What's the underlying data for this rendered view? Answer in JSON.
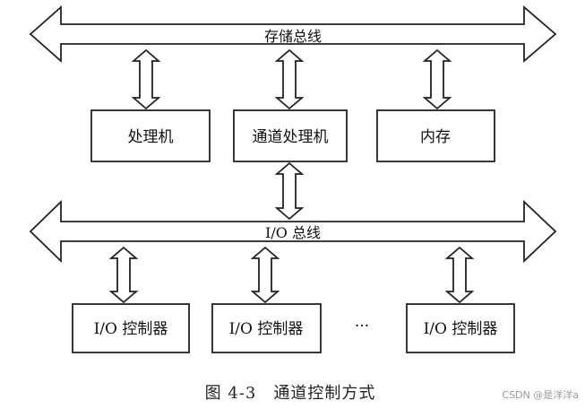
{
  "buses": {
    "storage": "存储总线",
    "io": "I/O 总线"
  },
  "nodes": {
    "processor": "处理机",
    "channel": "通道处理机",
    "memory": "内存",
    "io_ctrl_1": "I/O 控制器",
    "io_ctrl_2": "I/O 控制器",
    "ellipsis": "···",
    "io_ctrl_3": "I/O 控制器"
  },
  "caption": "图 4-3　通道控制方式",
  "watermark": "CSDN @是洋洋a"
}
